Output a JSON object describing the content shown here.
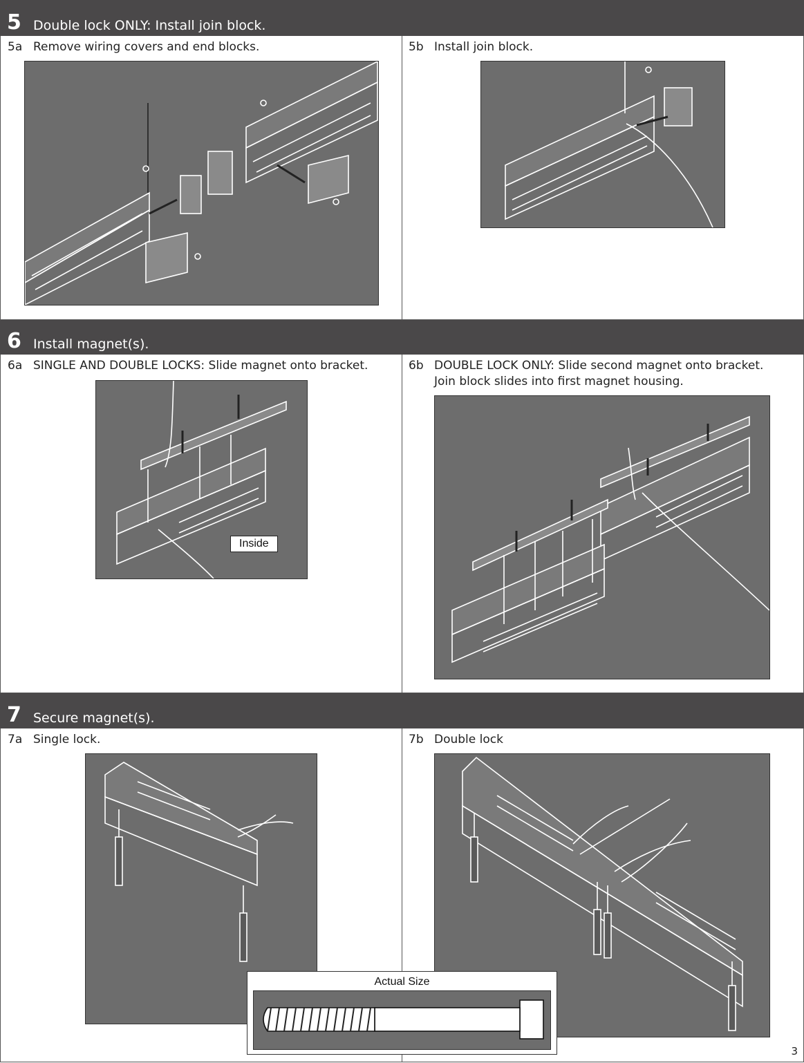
{
  "sections": [
    {
      "number": "5",
      "title": "Double lock ONLY: Install join block.",
      "steps": [
        {
          "id": "5a",
          "text": "Remove wiring covers and end blocks."
        },
        {
          "id": "5b",
          "text": "Install join block."
        }
      ]
    },
    {
      "number": "6",
      "title": "Install magnet(s).",
      "steps": [
        {
          "id": "6a",
          "text": "SINGLE AND DOUBLE LOCKS: Slide magnet onto bracket."
        },
        {
          "id": "6b",
          "text": "DOUBLE LOCK ONLY: Slide second magnet onto bracket.",
          "text2": "Join block slides into first magnet housing."
        }
      ]
    },
    {
      "number": "7",
      "title": "Secure magnet(s).",
      "steps": [
        {
          "id": "7a",
          "text": "Single lock."
        },
        {
          "id": "7b",
          "text": "Double lock"
        }
      ]
    }
  ],
  "figure_labels": {
    "inside": "Inside",
    "actual_size": "Actual Size"
  },
  "page_number": "3",
  "colors": {
    "header_band": "#4a4849",
    "figure_bg": "#6d6d6d",
    "line_art": "#ffffff"
  }
}
